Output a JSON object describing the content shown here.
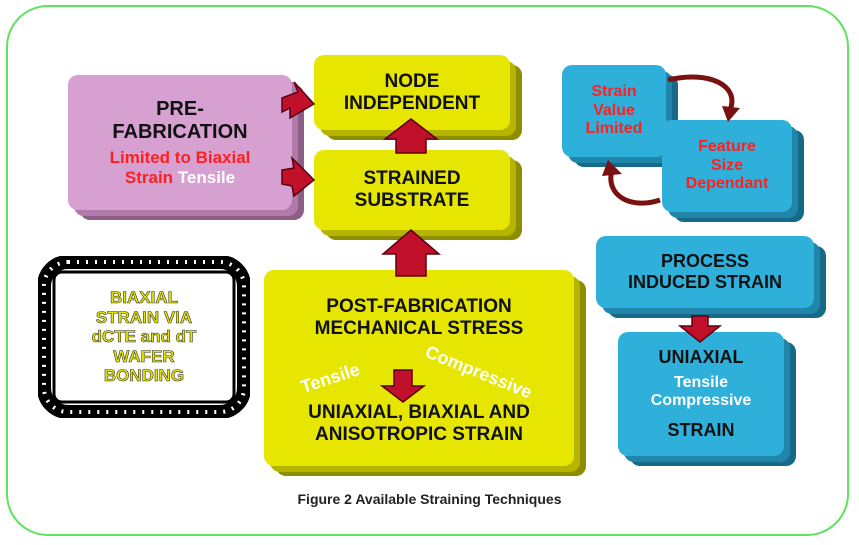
{
  "caption": "Figure 2 Available Straining Techniques",
  "colors": {
    "frame": "#5ee35e",
    "olive": "#e6e600",
    "pink": "#d6a0d0",
    "blue": "#2fb0db",
    "arrow": "#c0102a"
  },
  "node_independent": [
    "NODE",
    "INDEPENDENT"
  ],
  "strained_substrate": [
    "STRAINED",
    "SUBSTRATE"
  ],
  "pre_fabrication": {
    "title": [
      "PRE-",
      "FABRICATION"
    ],
    "red1": "Limited to Biaxial",
    "red2": "Strain",
    "white": "Tensile"
  },
  "post_fabrication": {
    "title": [
      "POST-FABRICATION",
      "MECHANICAL STRESS"
    ],
    "tensile": "Tensile",
    "compressive": "Compressive",
    "result": [
      "UNIAXIAL, BIAXIAL AND",
      "ANISOTROPIC STRAIN"
    ]
  },
  "bonding": [
    "BIAXIAL",
    "STRAIN VIA",
    "dCTE and dT",
    "WAFER",
    "BONDING"
  ],
  "strain_value": [
    "Strain",
    "Value",
    "Limited"
  ],
  "feature_size": [
    "Feature",
    "Size",
    "Dependant"
  ],
  "process_induced": [
    "PROCESS",
    "INDUCED STRAIN"
  ],
  "uniaxial": {
    "title": "UNIAXIAL",
    "sub": [
      "Tensile",
      "Compressive"
    ],
    "strain": "STRAIN"
  }
}
